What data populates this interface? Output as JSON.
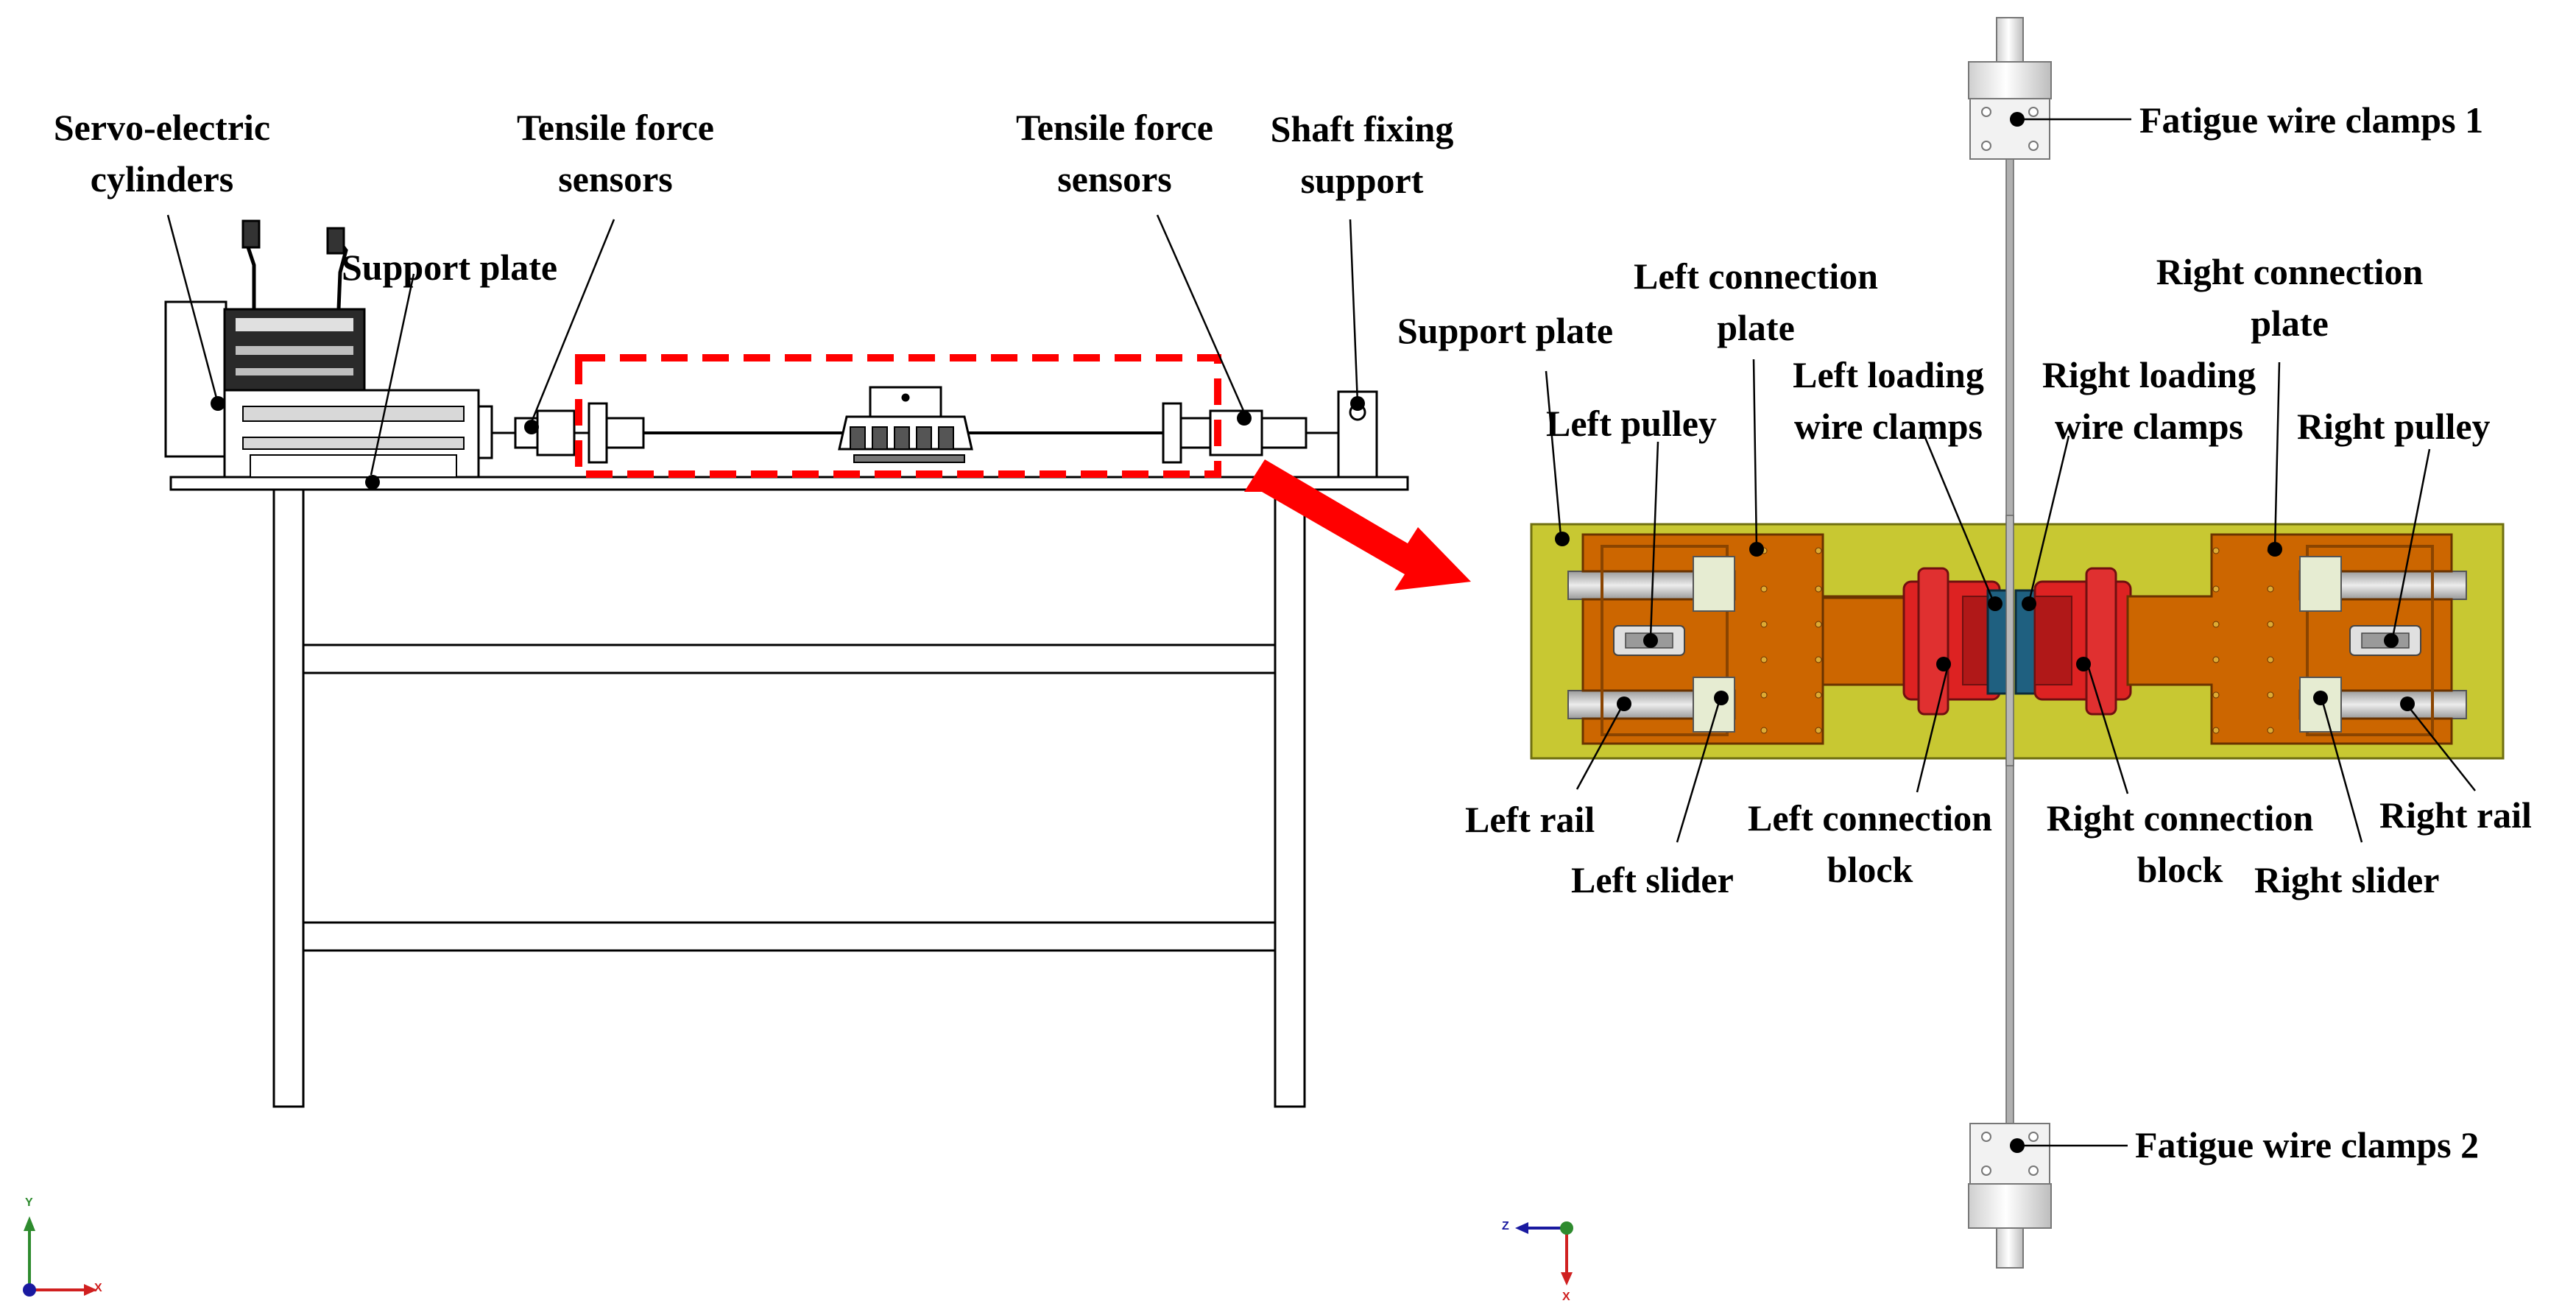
{
  "labels": {
    "servo_cylinders": "Servo-electric cylinders",
    "servo_cylinders_l1": "Servo-electric",
    "servo_cylinders_l2": "cylinders",
    "tensile_left_l1": "Tensile force",
    "tensile_left_l2": "sensors",
    "tensile_right_l1": "Tensile force",
    "tensile_right_l2": "sensors",
    "shaft_support_l1": "Shaft fixing",
    "shaft_support_l2": "support",
    "support_plate_left": "Support plate",
    "support_plate_right": "Support plate",
    "left_conn_plate_l1": "Left connection",
    "left_conn_plate_l2": "plate",
    "right_conn_plate_l1": "Right connection",
    "right_conn_plate_l2": "plate",
    "left_loading_l1": "Left loading",
    "left_loading_l2": "wire clamps",
    "right_loading_l1": "Right loading",
    "right_loading_l2": "wire clamps",
    "left_pulley": "Left pulley",
    "right_pulley": "Right pulley",
    "left_rail": "Left rail",
    "right_rail": "Right rail",
    "left_slider": "Left slider",
    "right_slider": "Right slider",
    "left_conn_block_l1": "Left connection",
    "left_conn_block_l2": "block",
    "right_conn_block_l1": "Right connection",
    "right_conn_block_l2": "block",
    "fatigue_clamp_1": "Fatigue wire clamps 1",
    "fatigue_clamp_2": "Fatigue wire clamps 2"
  },
  "axes": {
    "left": {
      "up": "Y",
      "right": "X"
    },
    "right": {
      "left": "Z",
      "down": "X"
    }
  },
  "colors": {
    "support_plate": "#c8c832",
    "connection_plate": "#cc6600",
    "connection_block": "#dd2222",
    "loading_clamp": "#1f6080",
    "slider": "#e6ecd2",
    "rail": "#c8c8c8",
    "highlight_box": "#ff0000",
    "arrow": "#ff0000"
  },
  "icons": [
    "highlight-box",
    "zoom-arrow",
    "axis-triad"
  ]
}
